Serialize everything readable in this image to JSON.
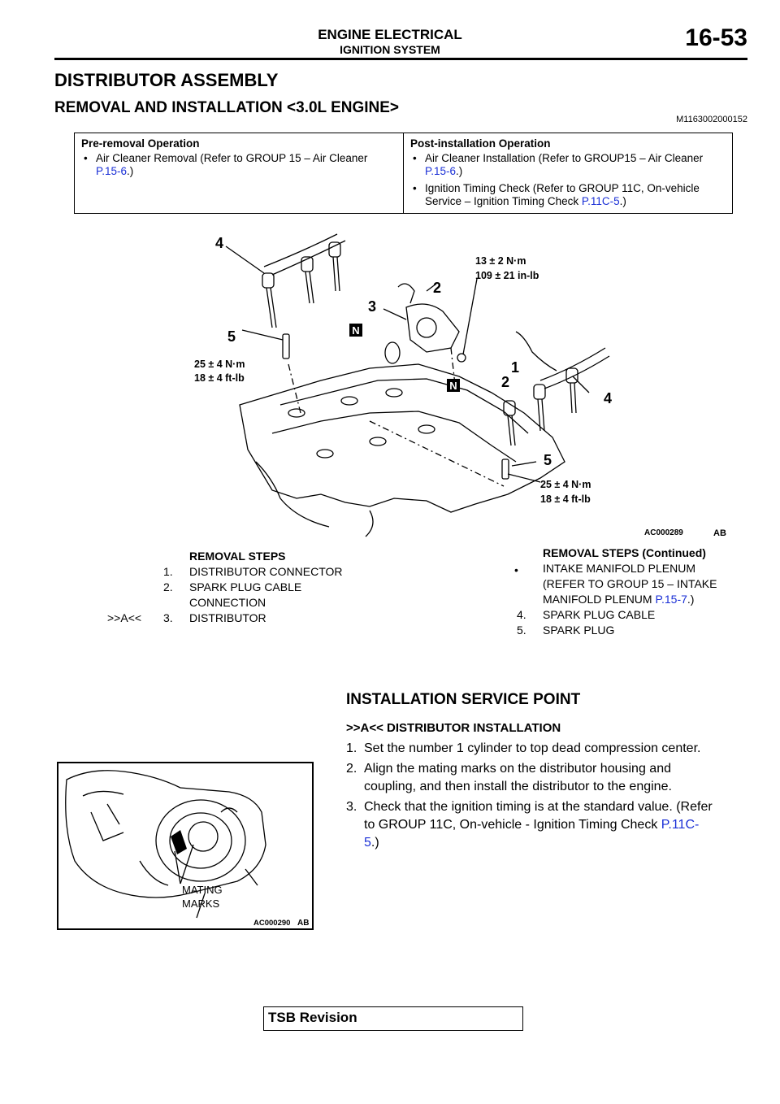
{
  "header": {
    "title": "ENGINE ELECTRICAL",
    "subtitle": "IGNITION SYSTEM",
    "page_number": "16-53"
  },
  "section_title": "DISTRIBUTOR ASSEMBLY",
  "subsection": {
    "title": "REMOVAL AND INSTALLATION <3.0L ENGINE>",
    "code": "M1163002000152"
  },
  "pre_removal": {
    "heading": "Pre-removal Operation",
    "item1_text": "Air Cleaner Removal (Refer to GROUP 15 – Air Cleaner",
    "item1_link": "P.15-6",
    "item1_end": ".)"
  },
  "post_installation": {
    "heading": "Post-installation Operation",
    "item1_text": "Air Cleaner Installation (Refer to GROUP15 – Air Cleaner",
    "item1_link": "P.15-6",
    "item1_end": ".)",
    "item2_text": "Ignition Timing Check (Refer to GROUP 11C, On-vehicle Service – Ignition Timing Check",
    "item2_link": "P.11C-5",
    "item2_end": ".)"
  },
  "figure1": {
    "callouts": {
      "c4a": "4",
      "c5a": "5",
      "c3": "3",
      "c2a": "2",
      "c1": "1",
      "c2b": "2",
      "c4b": "4",
      "c5b": "5",
      "n1": "N",
      "n2": "N"
    },
    "torque_top_1": "13 ± 2 N·m",
    "torque_top_2": "109 ± 21 in-lb",
    "torque_left_1": "25 ± 4 N·m",
    "torque_left_2": "18 ± 4 ft-lb",
    "torque_right_1": "25 ± 4 N·m",
    "torque_right_2": "18 ± 4 ft-lb",
    "code": "AC000289",
    "code_suffix": "AB"
  },
  "removal_steps": {
    "heading": "REMOVAL STEPS",
    "s1_num": "1.",
    "s1": "DISTRIBUTOR CONNECTOR",
    "s2_num": "2.",
    "s2a": "SPARK PLUG CABLE",
    "s2b": "CONNECTION",
    "s3_ref": ">>A<<",
    "s3_num": "3.",
    "s3": "DISTRIBUTOR"
  },
  "removal_steps_cont": {
    "heading": "REMOVAL STEPS (Continued)",
    "bullet": "•",
    "b1a": "INTAKE MANIFOLD PLENUM",
    "b1b": "(REFER TO GROUP 15 – INTAKE",
    "b1c": "MANIFOLD PLENUM",
    "b1_link": "P.15-7",
    "b1_end": ".)",
    "s4_num": "4.",
    "s4": "SPARK PLUG CABLE",
    "s5_num": "5.",
    "s5": "SPARK PLUG"
  },
  "installation": {
    "title": "INSTALLATION SERVICE POINT",
    "subtitle": ">>A<< DISTRIBUTOR INSTALLATION",
    "i1_num": "1.",
    "i1": "Set the number 1 cylinder to top dead compression center.",
    "i2_num": "2.",
    "i2a": "Align the mating marks on the distributor housing and",
    "i2b": "coupling, and then install the distributor to the engine.",
    "i3_num": "3.",
    "i3a": "Check that the ignition timing is at the standard value. (Refer",
    "i3b": "to GROUP 11C, On-vehicle - Ignition Timing Check",
    "i3_link1": "P.11C-",
    "i3_link2": "5",
    "i3_end": ".)"
  },
  "figure2": {
    "label1": "MATING",
    "label2": "MARKS",
    "code": "AC000290",
    "code_suffix": "AB"
  },
  "footer": {
    "tsb": "TSB Revision"
  }
}
